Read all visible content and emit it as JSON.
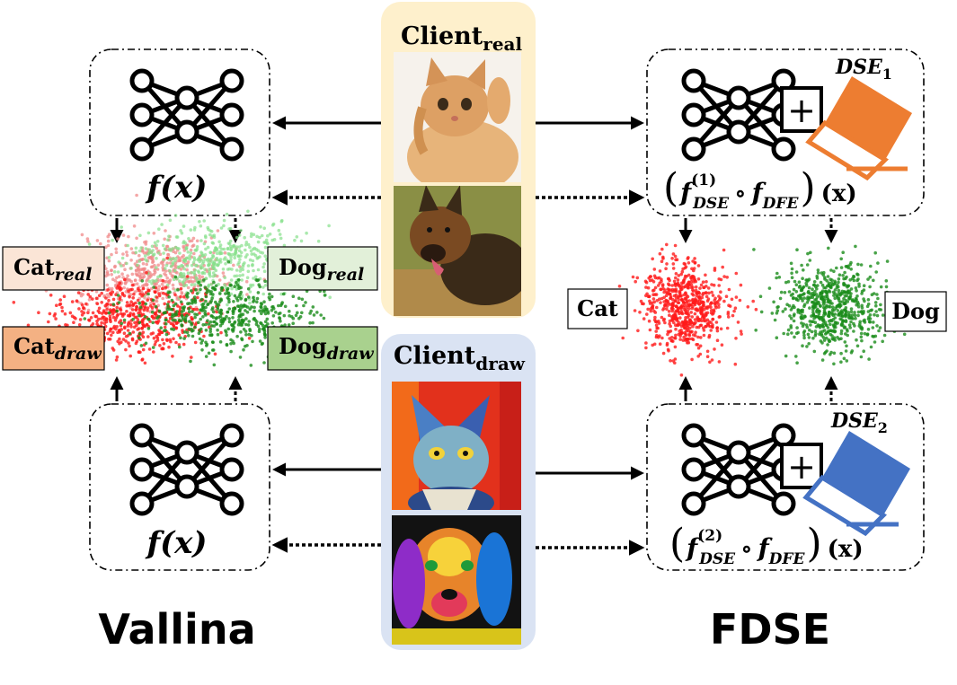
{
  "client_real": {
    "base": "Client",
    "sub": "real"
  },
  "client_draw": {
    "base": "Client",
    "sub": "draw"
  },
  "vanilla": {
    "title": "Vallina",
    "func_top": "f(x)",
    "func_bottom": "f(x)",
    "labels": {
      "cat_real": {
        "base": "Cat",
        "sub": "real"
      },
      "dog_real": {
        "base": "Dog",
        "sub": "real"
      },
      "cat_draw": {
        "base": "Cat",
        "sub": "draw"
      },
      "dog_draw": {
        "base": "Dog",
        "sub": "draw"
      }
    }
  },
  "fdse": {
    "title": "FDSE",
    "dse1": {
      "base": "DSE",
      "sub": "1"
    },
    "dse2": {
      "base": "DSE",
      "sub": "2"
    },
    "func1": {
      "lp": "(",
      "f": "f",
      "sup": "(1)",
      "sub": "DSE",
      "op": "∘",
      "f2": "f",
      "sub2": "DFE",
      "rp": ")",
      "arg": "(x)"
    },
    "func2": {
      "lp": "(",
      "f": "f",
      "sup": "(2)",
      "sub": "DSE",
      "op": "∘",
      "f2": "f",
      "sub2": "DFE",
      "rp": ")",
      "arg": "(x)"
    },
    "plus": "+",
    "labels": {
      "cat": "Cat",
      "dog": "Dog"
    }
  },
  "colors": {
    "client_real_bg": "#FEF0CC",
    "client_draw_bg": "#DAE3F3",
    "cat_real_fill": "#FBE5D6",
    "cat_draw_fill": "#F4B183",
    "dog_real_fill": "#E2F0D9",
    "dog_draw_fill": "#A9D18E",
    "eraser_orange": "#ED7D31",
    "eraser_blue": "#4472C4",
    "cat_scatter": "#ff0000",
    "dog_scatter": "#008000"
  }
}
